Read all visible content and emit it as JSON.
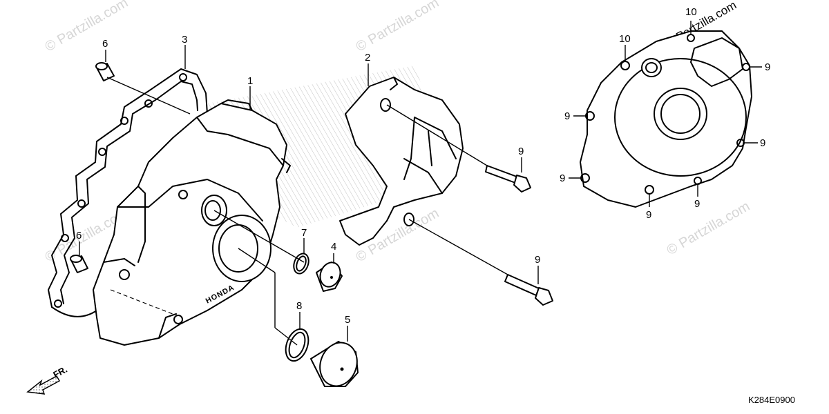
{
  "watermark": {
    "text": "© Partzilla.com",
    "corner_text": "© Partzilla.com"
  },
  "diagram_code": "K284E0900",
  "front_arrow_label": "FR.",
  "engraving": "HONDA",
  "callouts": {
    "c1": "1",
    "c2": "2",
    "c3": "3",
    "c4": "4",
    "c5": "5",
    "c6a": "6",
    "c6b": "6",
    "c7": "7",
    "c8": "8",
    "c9a": "9",
    "c9b": "9",
    "c9c": "9",
    "c9d": "9",
    "c9e": "9",
    "c9f": "9",
    "c9g": "9",
    "c9h": "9",
    "c10a": "10",
    "c10b": "10"
  },
  "colors": {
    "line": "#000000",
    "watermark": "#d6d6d6",
    "background": "#ffffff"
  }
}
